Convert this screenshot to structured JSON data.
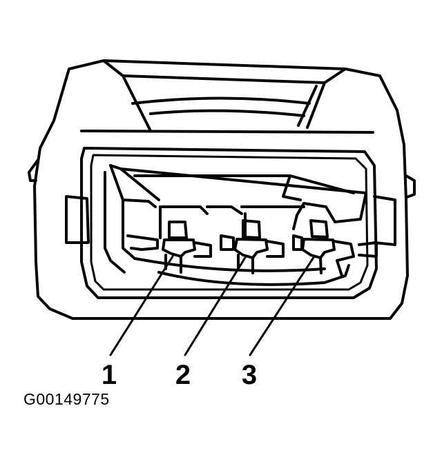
{
  "diagram": {
    "subject": "connector",
    "pin_labels": [
      "1",
      "2",
      "3"
    ],
    "figure_code": "G00149775",
    "colors": {
      "ink": "#000000",
      "background": "#ffffff"
    }
  }
}
